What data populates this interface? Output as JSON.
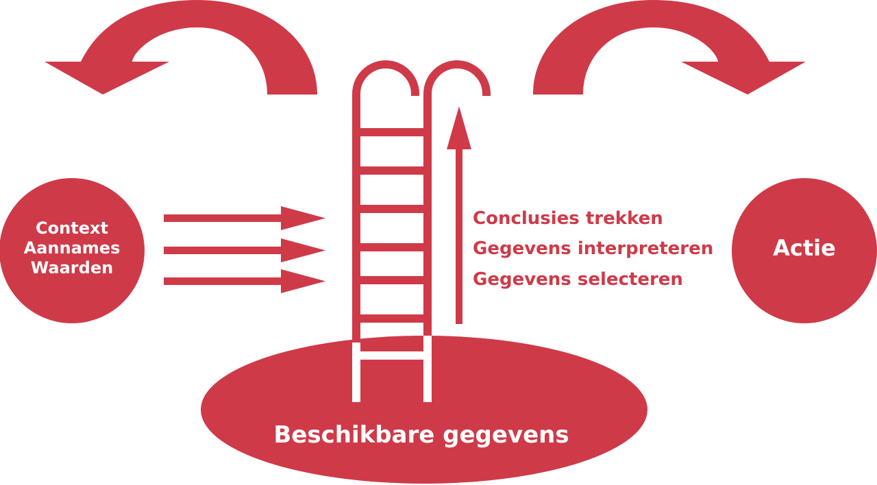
{
  "colors": {
    "accent": "#cf3a48",
    "background": "#ffffff"
  },
  "left_circle": {
    "lines": [
      "Context",
      "Aannames",
      "Waarden"
    ]
  },
  "right_circle": {
    "label": "Actie"
  },
  "ellipse": {
    "label": "Beschikbare gegevens"
  },
  "ladder": {
    "steps": [
      "Conclusies trekken",
      "Gegevens interpreteren",
      "Gegevens selecteren"
    ]
  },
  "icons": {
    "left_curved_arrow": "curved-arrow-left-icon",
    "right_curved_arrow": "curved-arrow-right-icon",
    "input_arrows": "right-arrow-icon",
    "up_arrow": "up-arrow-icon"
  }
}
